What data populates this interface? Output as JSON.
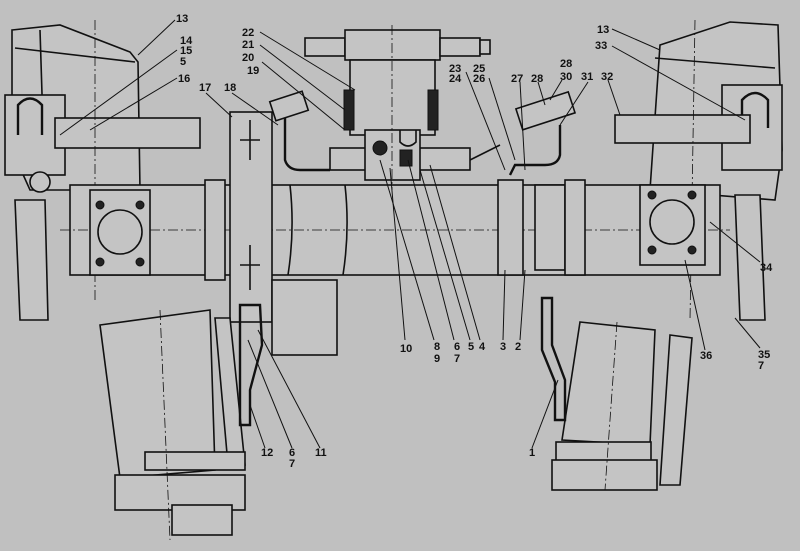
{
  "title": "Assembly drawing with numbered part callouts",
  "labels": {
    "l13a": "13",
    "l14": "14",
    "l15": "15",
    "l5a": "5",
    "l16": "16",
    "l17": "17",
    "l18": "18",
    "l22": "22",
    "l21": "21",
    "l20": "20",
    "l19": "19",
    "l23": "23",
    "l24": "24",
    "l25": "25",
    "l26": "26",
    "l27": "27",
    "l28a": "28",
    "l28b": "28",
    "l30": "30",
    "l31": "31",
    "l32": "32",
    "l13b": "13",
    "l33": "33",
    "l34": "34",
    "l10": "10",
    "l8": "8",
    "l9": "9",
    "l6a": "6",
    "l7a": "7",
    "l5b": "5",
    "l4": "4",
    "l3": "3",
    "l2": "2",
    "l36": "36",
    "l35": "35",
    "l7b": "7",
    "l1": "1",
    "l12": "12",
    "l6b": "6",
    "l7c": "7",
    "l11": "11"
  }
}
